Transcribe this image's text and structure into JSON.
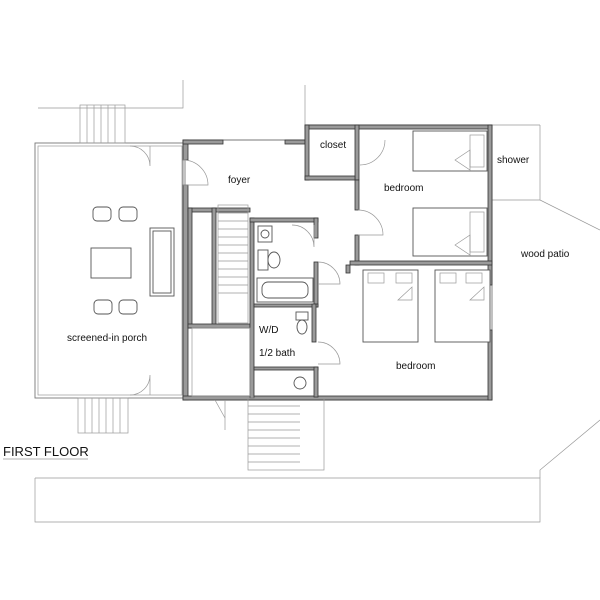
{
  "drawing": {
    "title": "FIRST FLOOR"
  },
  "rooms": {
    "closet": "closet",
    "foyer": "foyer",
    "bedroom_upper": "bedroom",
    "shower": "shower",
    "wood_patio": "wood patio",
    "screened_porch": "screened-in porch",
    "wd": "W/D",
    "half_bath": "1/2 bath",
    "bedroom_lower": "bedroom"
  },
  "colors": {
    "wall": "#9a9a9a",
    "line": "#777777",
    "text": "#111111"
  }
}
